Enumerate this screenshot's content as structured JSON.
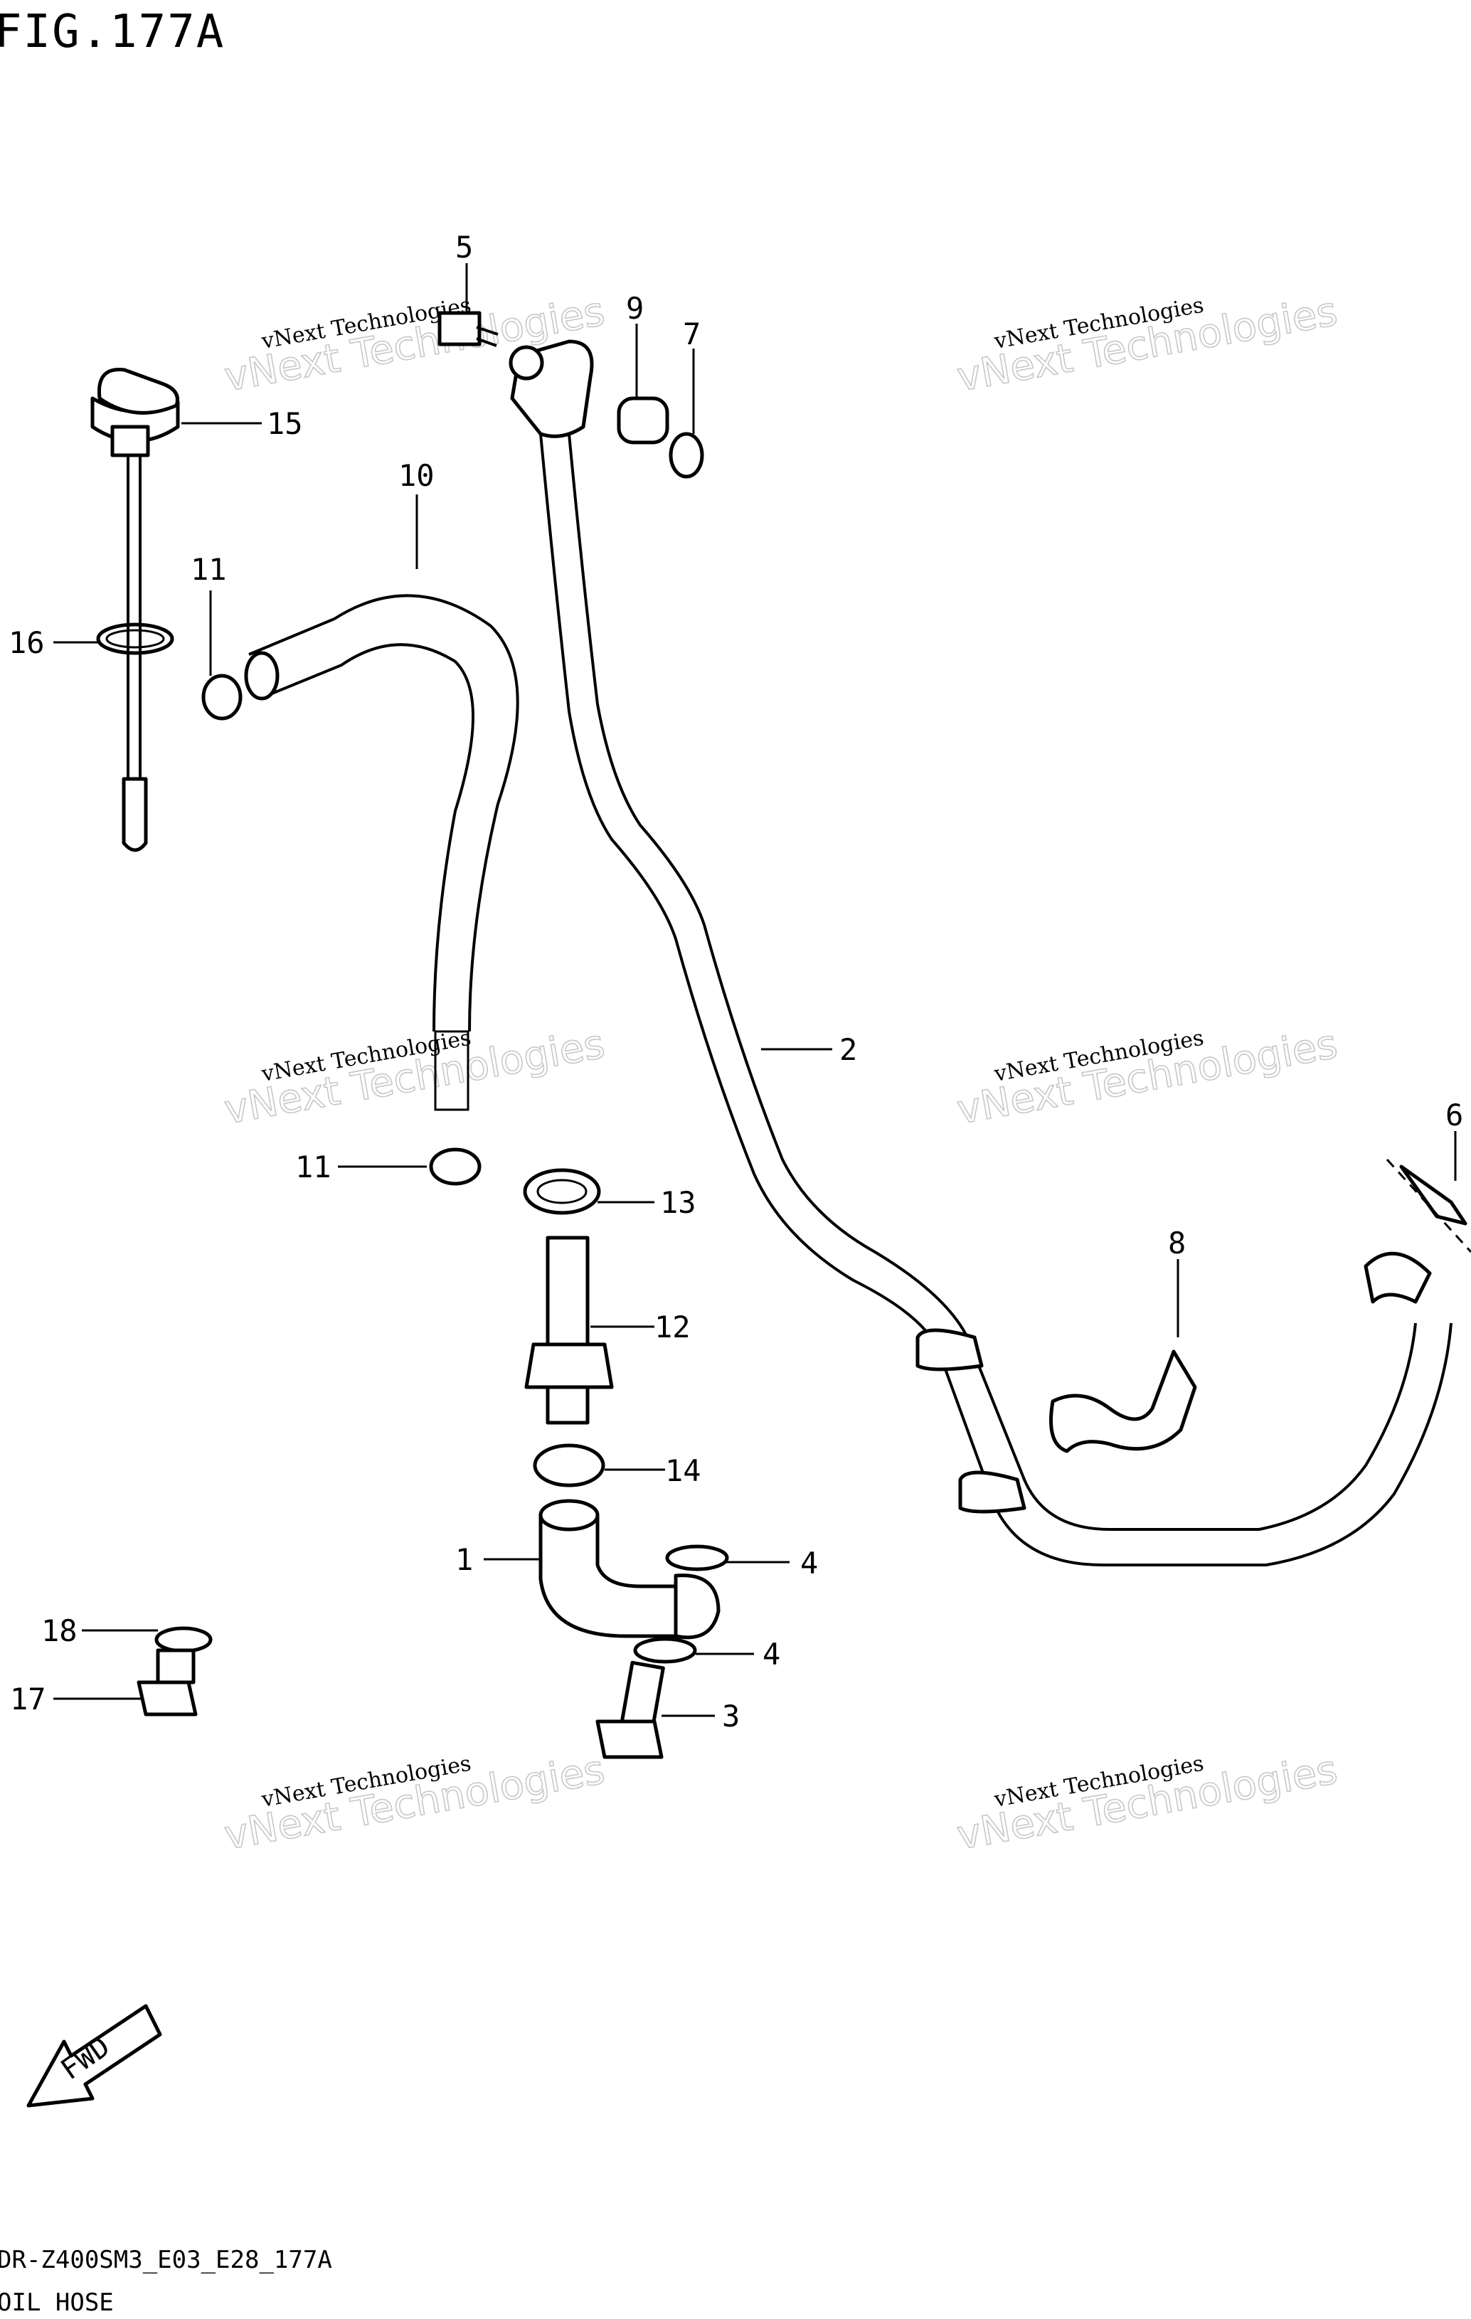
{
  "figure": {
    "title": "FIG.177A",
    "model_code": "DR-Z400SM3_E03_E28_177A",
    "caption": "OIL HOSE"
  },
  "watermark": {
    "line1": "vNext Technologies",
    "line2": "vNext Technologies"
  },
  "direction_arrow": {
    "label": "FWD",
    "icon": "fwd-arrow-icon"
  },
  "callouts": [
    {
      "id": "c5",
      "number": "5"
    },
    {
      "id": "c9",
      "number": "9"
    },
    {
      "id": "c7",
      "number": "7"
    },
    {
      "id": "c15",
      "number": "15"
    },
    {
      "id": "c10",
      "number": "10"
    },
    {
      "id": "c11a",
      "number": "11"
    },
    {
      "id": "c16",
      "number": "16"
    },
    {
      "id": "c2",
      "number": "2"
    },
    {
      "id": "c6",
      "number": "6"
    },
    {
      "id": "c11b",
      "number": "11"
    },
    {
      "id": "c13",
      "number": "13"
    },
    {
      "id": "c8",
      "number": "8"
    },
    {
      "id": "c12",
      "number": "12"
    },
    {
      "id": "c14",
      "number": "14"
    },
    {
      "id": "c1",
      "number": "1"
    },
    {
      "id": "c4a",
      "number": "4"
    },
    {
      "id": "c18",
      "number": "18"
    },
    {
      "id": "c4b",
      "number": "4"
    },
    {
      "id": "c17",
      "number": "17"
    },
    {
      "id": "c3",
      "number": "3"
    }
  ]
}
